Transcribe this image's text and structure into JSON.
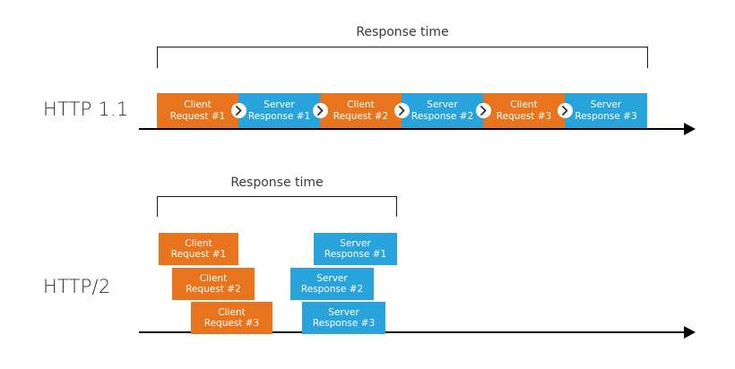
{
  "diagram": {
    "title_hidden": "",
    "colors": {
      "client_block": "#e8751e",
      "server_block": "#29a3db",
      "axis": "#000000",
      "bracket": "#1a1a1a",
      "block_text": "#ffffff",
      "label_text": "#2b2b2b",
      "background": "#ffffff"
    }
  },
  "sections": [
    {
      "protocol_label": "HTTP 1.1",
      "bracket_caption": "Response time",
      "blocks": [
        {
          "kind": "client",
          "line1": "Client",
          "line2": "Request #1"
        },
        {
          "kind": "server",
          "line1": "Server",
          "line2": "Response #1"
        },
        {
          "kind": "client",
          "line1": "Client",
          "line2": "Request #2"
        },
        {
          "kind": "server",
          "line1": "Server",
          "line2": "Response #2"
        },
        {
          "kind": "client",
          "line1": "Client",
          "line2": "Request #3"
        },
        {
          "kind": "server",
          "line1": "Server",
          "line2": "Response #3"
        }
      ],
      "separator_icon": "chevron-right-icon",
      "separator_count": 5
    },
    {
      "protocol_label": "HTTP/2",
      "bracket_caption": "Response time",
      "blocks": [
        {
          "kind": "client",
          "line1": "Client",
          "line2": "Request #1"
        },
        {
          "kind": "server",
          "line1": "Server",
          "line2": "Response #1"
        },
        {
          "kind": "client",
          "line1": "Client",
          "line2": "Request #2"
        },
        {
          "kind": "server",
          "line1": "Server",
          "line2": "Response #2"
        },
        {
          "kind": "client",
          "line1": "Client",
          "line2": "Request #3"
        },
        {
          "kind": "server",
          "line1": "Server",
          "line2": "Response #3"
        }
      ]
    }
  ]
}
